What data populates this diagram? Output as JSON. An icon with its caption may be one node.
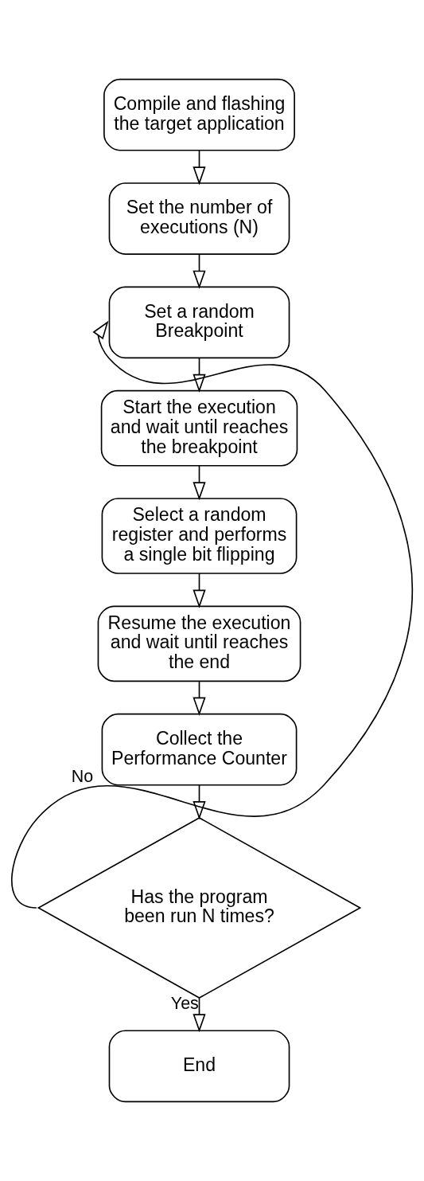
{
  "diagram": {
    "nodes": [
      {
        "text": [
          "Compile and flashing the target application"
        ]
      },
      {
        "text": [
          "Set the number of executions (N)"
        ]
      },
      {
        "text": [
          "Set a random Breakpoint"
        ]
      },
      {
        "text": [
          "Start the execution and wait until reaches the breakpoint"
        ]
      },
      {
        "text": [
          "Select a random register and performs a single bit flipping"
        ]
      },
      {
        "text": [
          "Resume the execution and wait until reaches the end"
        ]
      },
      {
        "text": [
          "Collect the Performance Counter"
        ]
      },
      {
        "text": [
          "Has the program been run N times?"
        ]
      },
      {
        "text": [
          "End"
        ]
      }
    ],
    "edges": [
      {
        "from": 0,
        "to": 1,
        "arrow": "to"
      },
      {
        "from": 1,
        "to": 2,
        "arrow": "to"
      },
      {
        "from": 2,
        "to": 3,
        "arrow": "to"
      },
      {
        "from": 3,
        "to": 4,
        "arrow": "to"
      },
      {
        "from": 4,
        "to": 5,
        "arrow": "to"
      },
      {
        "from": 5,
        "to": 6,
        "arrow": "to"
      },
      {
        "from": 6,
        "to": 7,
        "arrow": "to"
      },
      {
        "from": 7,
        "to": 2,
        "arrow": "to",
        "label": "No"
      },
      {
        "from": 7,
        "to": 8,
        "arrow": "to",
        "label": "Yes"
      }
    ]
  }
}
